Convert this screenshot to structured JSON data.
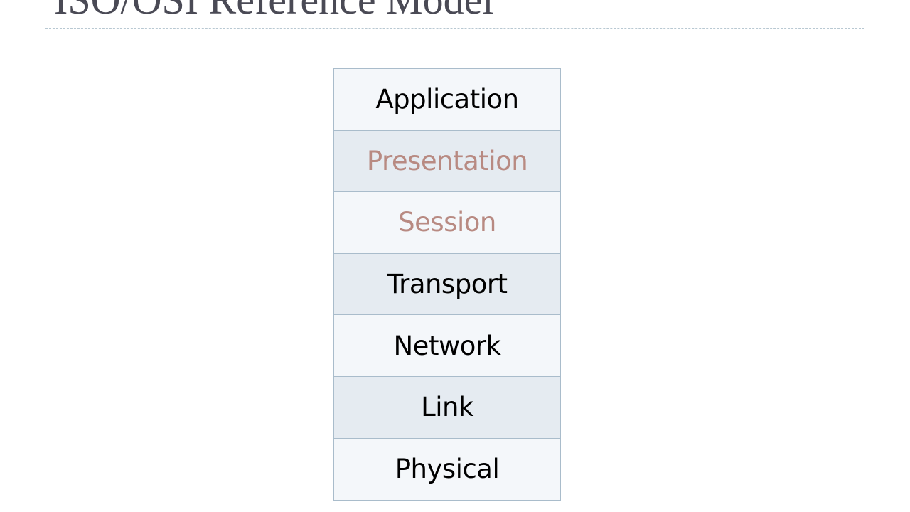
{
  "title": "ISO/OSI Reference Model",
  "layers": [
    {
      "label": "Application"
    },
    {
      "label": "Presentation"
    },
    {
      "label": "Session"
    },
    {
      "label": "Transport"
    },
    {
      "label": "Network"
    },
    {
      "label": "Link"
    },
    {
      "label": "Physical"
    }
  ],
  "colors": {
    "title": "#4a4a55",
    "highlighted_text": "#b88a82",
    "normal_text": "#000000",
    "border": "#a9bccb",
    "row_light": "#f4f7fa",
    "row_dark": "#e5ebf1"
  }
}
